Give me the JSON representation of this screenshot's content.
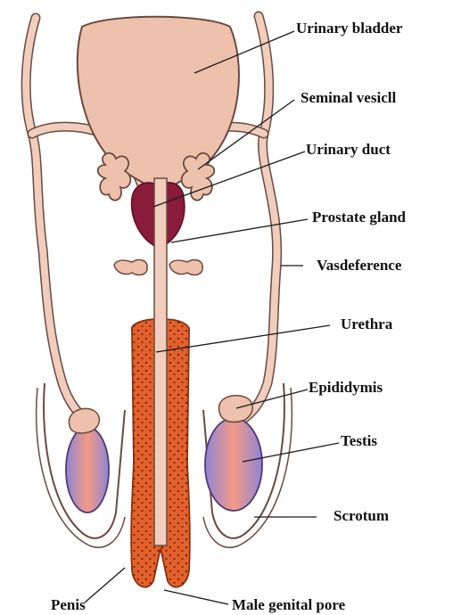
{
  "labels": {
    "urinary_bladder": "Urinary bladder",
    "seminal_vesicle": "Seminal vesicll",
    "urinary_duct": "Urinary duct",
    "prostate_gland": "Prostate gland",
    "vas_deferens": "Vasdeference",
    "urethra": "Urethra",
    "epididymis": "Epididymis",
    "testis": "Testis",
    "scrotum": "Scrotum",
    "penis": "Penis",
    "genital_pore": "Male genital pore"
  },
  "colors": {
    "bladder": "#eec1ad",
    "outline": "#6b4a3f",
    "tube": "#f0cdbd",
    "prostate": "#8b1b3a",
    "penis": "#e4622a",
    "testis_outer": "#9a8ad8",
    "testis_center": "#f09a8a"
  }
}
